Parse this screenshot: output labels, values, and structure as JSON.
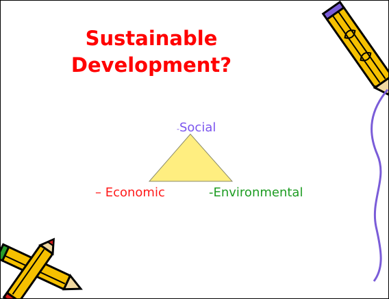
{
  "slide": {
    "title_lines": [
      "Sustainable",
      "Development?"
    ],
    "labels": {
      "social_dash": "-",
      "social": "Social",
      "economic": "– Economic",
      "environmental": "-Environmental"
    }
  },
  "colors": {
    "title": "#ff0000",
    "social": "#7b55ee",
    "economic": "#ff1a1a",
    "environmental": "#1d9c22",
    "triangle_fill": "#ffee80"
  },
  "decorations": [
    "pencil-clipart",
    "pencils-clipart",
    "wavy-line"
  ]
}
